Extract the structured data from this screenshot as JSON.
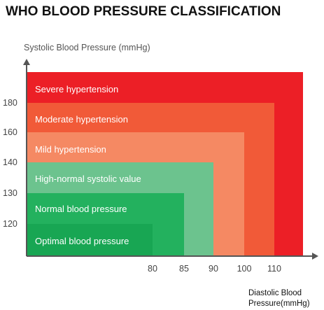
{
  "chart_data": {
    "type": "area",
    "title": "WHO BLOOD PRESSURE CLASSIFICATION",
    "ylabel": "Systolic Blood Pressure (mmHg)",
    "xlabel_lines": [
      "Diastolic Blood",
      "Pressure(mmHg)"
    ],
    "x_ticks": [
      "80",
      "85",
      "90",
      "100",
      "110"
    ],
    "y_ticks": [
      "120",
      "130",
      "140",
      "160",
      "180"
    ],
    "categories": [
      {
        "name": "Severe hypertension",
        "color": "#ec1f26"
      },
      {
        "name": "Moderate hypertension",
        "color": "#f15a38"
      },
      {
        "name": "Mild hypertension",
        "color": "#f58963"
      },
      {
        "name": "High-normal systolic value",
        "color": "#6cc38e"
      },
      {
        "name": "Normal blood pressure",
        "color": "#23b15e"
      },
      {
        "name": "Optimal blood pressure",
        "color": "#18a653"
      }
    ],
    "regions": [
      {
        "name": "Severe hypertension",
        "diastolic_max": null,
        "systolic_max": null
      },
      {
        "name": "Moderate hypertension",
        "diastolic_max": 110,
        "systolic_max": 180
      },
      {
        "name": "Mild hypertension",
        "diastolic_max": 100,
        "systolic_max": 160
      },
      {
        "name": "High-normal systolic value",
        "diastolic_max": 90,
        "systolic_max": 140
      },
      {
        "name": "Normal blood pressure",
        "diastolic_max": 85,
        "systolic_max": 130
      },
      {
        "name": "Optimal blood pressure",
        "diastolic_max": 80,
        "systolic_max": 120
      }
    ],
    "axis_color": "#555555"
  }
}
